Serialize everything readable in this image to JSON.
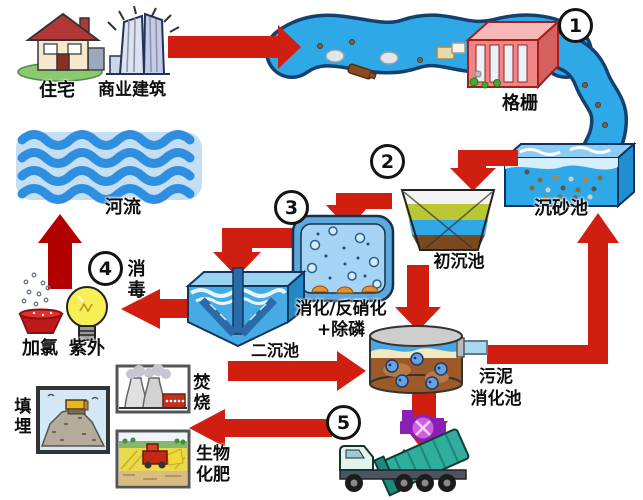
{
  "diagram": {
    "kind": "wastewater-treatment-process-flow",
    "step_numbers": [
      "1",
      "2",
      "3",
      "4",
      "5"
    ],
    "sources": {
      "residence": "住宅",
      "commercial": "商业建筑"
    },
    "stages": {
      "bar_screen": "格栅",
      "grit_chamber": "沉砂池",
      "primary_clarifier": "初沉池",
      "bioreactor_line1": "消化/反硝化",
      "bioreactor_line2": "+除磷",
      "secondary_clarifier": "二沉池",
      "disinfection": "消毒",
      "chlorination": "加氯",
      "uv": "紫外",
      "river": "河流",
      "sludge_digester_line1": "污泥",
      "sludge_digester_line2": "消化池",
      "incineration": "焚烧",
      "biofertilizer_line1": "生物",
      "biofertilizer_line2": "化肥",
      "landfill": "填埋"
    },
    "colors": {
      "arrow_red": "#d01f10",
      "arrow_dark_red": "#b20000",
      "stream_blue": "#2fa8e8",
      "river_light": "#c6def2",
      "river_wave": "#2e8fe0",
      "screen_pink": "#ef8585",
      "tank_blue": "#46aae4",
      "scum_green": "#b9c832",
      "sludge_brown": "#9c5a28",
      "valve_purple": "#8a1fb8",
      "bulb_yellow": "#f7ef56"
    }
  }
}
